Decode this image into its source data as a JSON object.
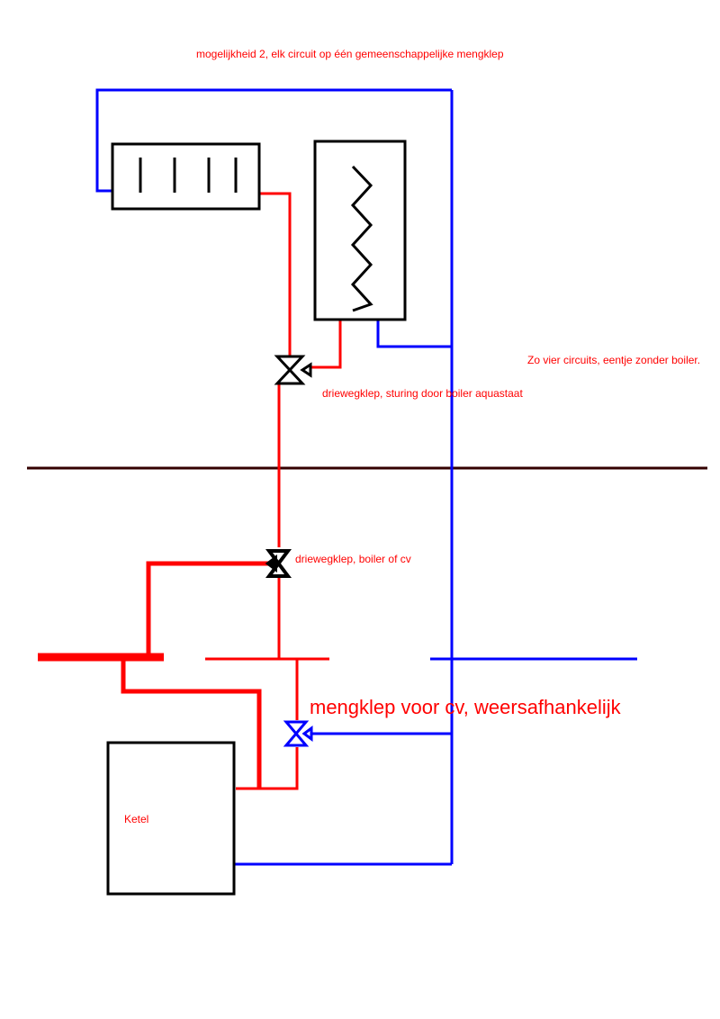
{
  "colors": {
    "supply": "#ff0000",
    "return": "#0000ff",
    "outline": "#000000",
    "divider": "#330000",
    "text": "#ff0000"
  },
  "labels": {
    "title": "mogelijkheid 2, elk circuit op één gemeenschappelijke mengklep",
    "circuits_note": "Zo vier circuits, eentje zonder boiler.",
    "valve_boiler_aquastat": "driewegklep, sturing door boiler aquastaat",
    "valve_boiler_or_cv": "driewegklep, boiler of cv",
    "mixing_valve": "mengklep voor cv, weersafhankelijk",
    "boiler_unit": "Ketel"
  },
  "icons": {
    "radiator": "radiator-icon",
    "hot_water_tank": "hot-water-boiler-icon",
    "three_way_valve": "three-way-valve-icon",
    "mixing_valve": "mixing-valve-icon"
  }
}
